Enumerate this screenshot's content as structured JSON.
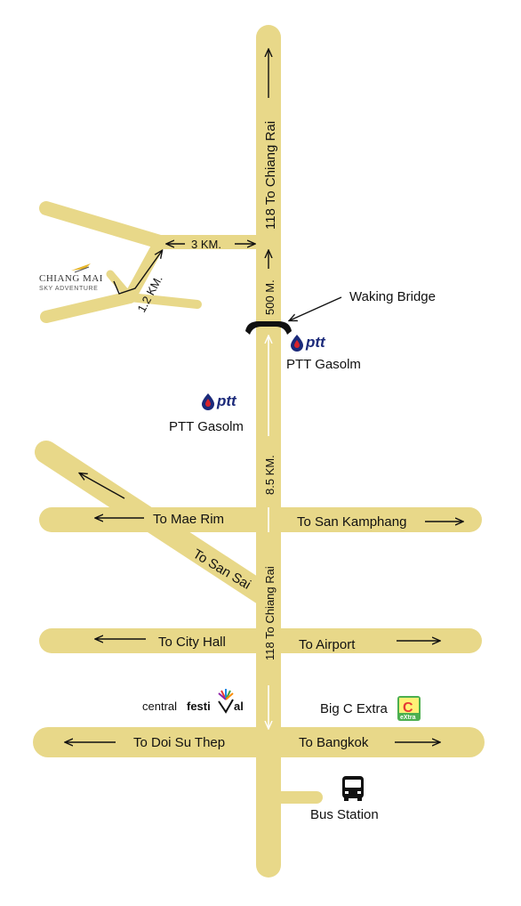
{
  "colors": {
    "road": "#e8d889",
    "arrow": "#111111",
    "bridge": "#111111",
    "ptt_blue": "#1b2a7a",
    "ptt_red": "#d8232a"
  },
  "labels": {
    "to_chiang_rai_top": "118 To Chiang Rai",
    "to_chiang_rai_mid": "118 To Chiang Rai",
    "three_km": "3 KM.",
    "one_two_km": "1.2 KM.",
    "five_hundred_m": "500 M.",
    "eight_five_km": "8.5 KM.",
    "waking_bridge": "Waking Bridge",
    "ptt_gas_1": "PTT Gasolm",
    "ptt_gas_2": "PTT Gasolm",
    "to_mae_rim": "To Mae Rim",
    "to_san_kamphang": "To San Kamphang",
    "to_san_sai": "To San Sai",
    "to_city_hall": "To City Hall",
    "to_airport": "To Airport",
    "to_doi_su_thep": "To Doi Su Thep",
    "to_bangkok": "To Bangkok",
    "big_c_extra": "Big C Extra",
    "bus_station": "Bus Station"
  },
  "logos": {
    "ptt": "ptt",
    "chiang_mai": "CHIANG MAI",
    "sky_adventure": "SKY ADVENTURE",
    "central": "central",
    "festival_a": "festi",
    "festival_b": "al",
    "big_c_letter": "C",
    "big_c_extra_badge": "eXtra"
  },
  "icons": [
    "ptt-logo-icon",
    "bus-icon",
    "big-c-logo-icon",
    "central-festival-logo-icon",
    "chiang-mai-sky-adventure-logo-icon",
    "bridge-icon"
  ]
}
